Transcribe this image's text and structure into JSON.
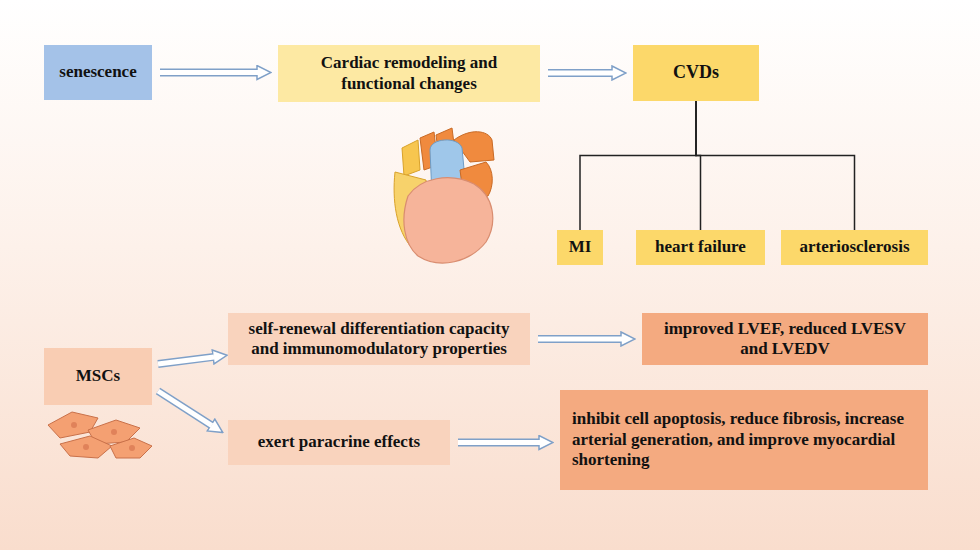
{
  "diagram": {
    "nodes": [
      {
        "text": [
          "senescence"
        ]
      },
      {
        "text": [
          "Cardiac remodeling and functional changes"
        ]
      },
      {
        "text": [
          "CVDs"
        ]
      },
      {
        "text": [
          "MI"
        ]
      },
      {
        "text": [
          "heart failure"
        ]
      },
      {
        "text": [
          "arteriosclerosis"
        ]
      },
      {
        "text": [
          "MSCs"
        ]
      },
      {
        "text": [
          "self-renewal differentiation capacity and immunomodulatory properties"
        ]
      },
      {
        "text": [
          "improved LVEF, reduced LVESV and LVEDV"
        ]
      },
      {
        "text": [
          "exert paracrine effects"
        ]
      },
      {
        "text": [
          "inhibit cell apoptosis, reduce fibrosis, increase arterial generation, and improve myocardial shortening"
        ]
      }
    ],
    "edges": [
      {
        "from": 0,
        "to": 1,
        "arrow": "to"
      },
      {
        "from": 1,
        "to": 2,
        "arrow": "to"
      },
      {
        "from": 2,
        "to": 3,
        "arrow": "none"
      },
      {
        "from": 2,
        "to": 4,
        "arrow": "none"
      },
      {
        "from": 2,
        "to": 5,
        "arrow": "none"
      },
      {
        "from": 6,
        "to": 7,
        "arrow": "to"
      },
      {
        "from": 6,
        "to": 9,
        "arrow": "to"
      },
      {
        "from": 7,
        "to": 8,
        "arrow": "to"
      },
      {
        "from": 9,
        "to": 10,
        "arrow": "to"
      }
    ]
  }
}
